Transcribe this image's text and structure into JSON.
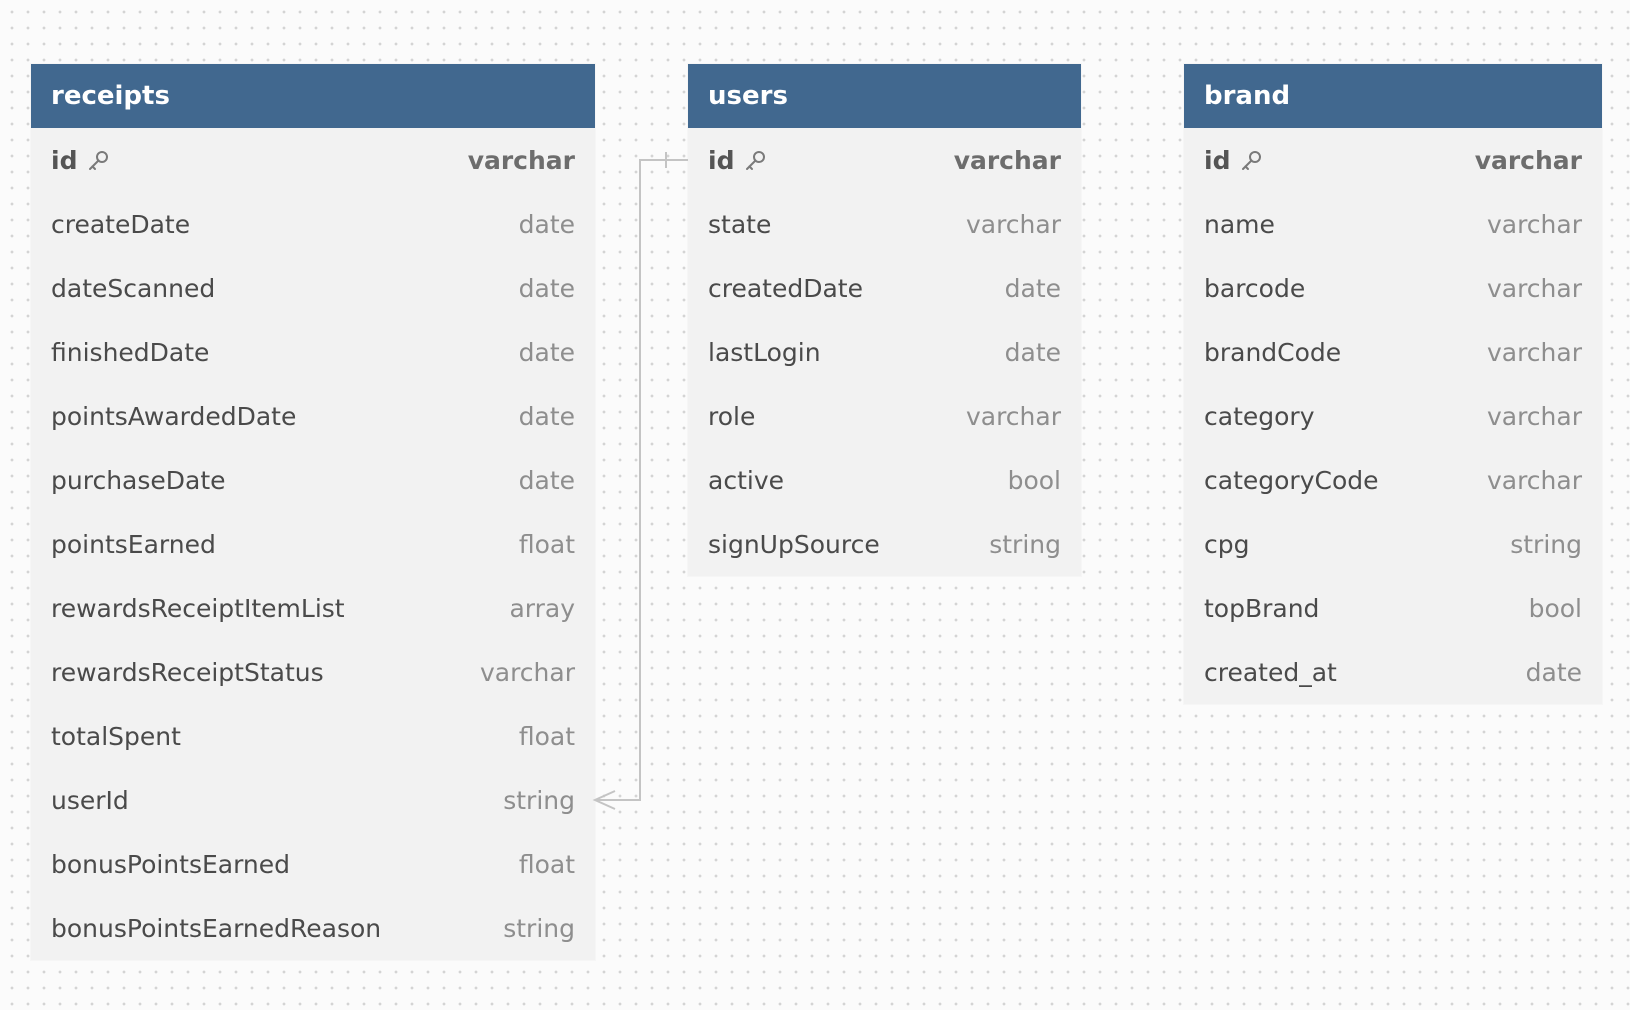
{
  "tables": [
    {
      "name": "receipts",
      "columns": [
        {
          "name": "id",
          "type": "varchar",
          "pk": true
        },
        {
          "name": "createDate",
          "type": "date"
        },
        {
          "name": "dateScanned",
          "type": "date"
        },
        {
          "name": "finishedDate",
          "type": "date"
        },
        {
          "name": "pointsAwardedDate",
          "type": "date"
        },
        {
          "name": "purchaseDate",
          "type": "date"
        },
        {
          "name": "pointsEarned",
          "type": "float"
        },
        {
          "name": "rewardsReceiptItemList",
          "type": "array"
        },
        {
          "name": "rewardsReceiptStatus",
          "type": "varchar"
        },
        {
          "name": "totalSpent",
          "type": "float"
        },
        {
          "name": "userId",
          "type": "string"
        },
        {
          "name": "bonusPointsEarned",
          "type": "float"
        },
        {
          "name": "bonusPointsEarnedReason",
          "type": "string"
        }
      ]
    },
    {
      "name": "users",
      "columns": [
        {
          "name": "id",
          "type": "varchar",
          "pk": true
        },
        {
          "name": "state",
          "type": "varchar"
        },
        {
          "name": "createdDate",
          "type": "date"
        },
        {
          "name": "lastLogin",
          "type": "date"
        },
        {
          "name": "role",
          "type": "varchar"
        },
        {
          "name": "active",
          "type": "bool"
        },
        {
          "name": "signUpSource",
          "type": "string"
        }
      ]
    },
    {
      "name": "brand",
      "columns": [
        {
          "name": "id",
          "type": "varchar",
          "pk": true
        },
        {
          "name": "name",
          "type": "varchar"
        },
        {
          "name": "barcode",
          "type": "varchar"
        },
        {
          "name": "brandCode",
          "type": "varchar"
        },
        {
          "name": "category",
          "type": "varchar"
        },
        {
          "name": "categoryCode",
          "type": "varchar"
        },
        {
          "name": "cpg",
          "type": "string"
        },
        {
          "name": "topBrand",
          "type": "bool"
        },
        {
          "name": "created_at",
          "type": "date"
        }
      ]
    }
  ],
  "relationships": [
    {
      "from_table": "receipts",
      "from_column": "userId",
      "from_cardinality": "many",
      "to_table": "users",
      "to_column": "id",
      "to_cardinality": "one"
    }
  ],
  "colors": {
    "header_bg": "#41688f",
    "header_text": "#ffffff",
    "table_bg": "#f2f2f2",
    "column_name": "#4a4a4a",
    "column_type": "#8e8e8e",
    "relationship_line": "#c4c4c4"
  },
  "icons": {
    "primary_key": "key-icon"
  }
}
